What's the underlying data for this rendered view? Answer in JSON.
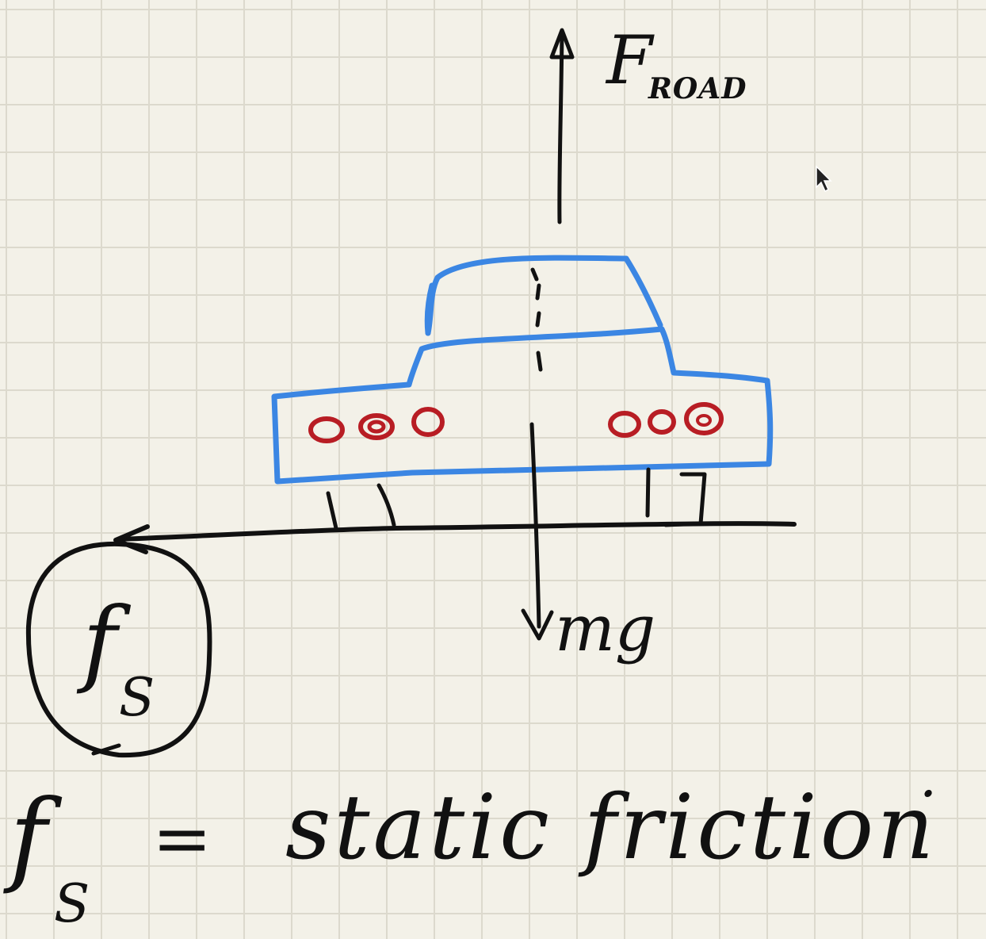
{
  "colors": {
    "paper": "#f3f1e8",
    "grid": "#dcd9cd",
    "ink": "#111111",
    "car": "#3b86e3",
    "windows": "#b81d24"
  },
  "labels": {
    "force_road": "F",
    "force_road_subscript": "ROAD",
    "weight": "mg",
    "static_friction_symbol": "f",
    "static_friction_subscript": "S"
  },
  "equation": {
    "lhs": "f",
    "lhs_subscript": "S",
    "operator": "=",
    "rhs": "static friction",
    "trailing": "·"
  },
  "icons": [
    "cursor-arrow-icon"
  ]
}
